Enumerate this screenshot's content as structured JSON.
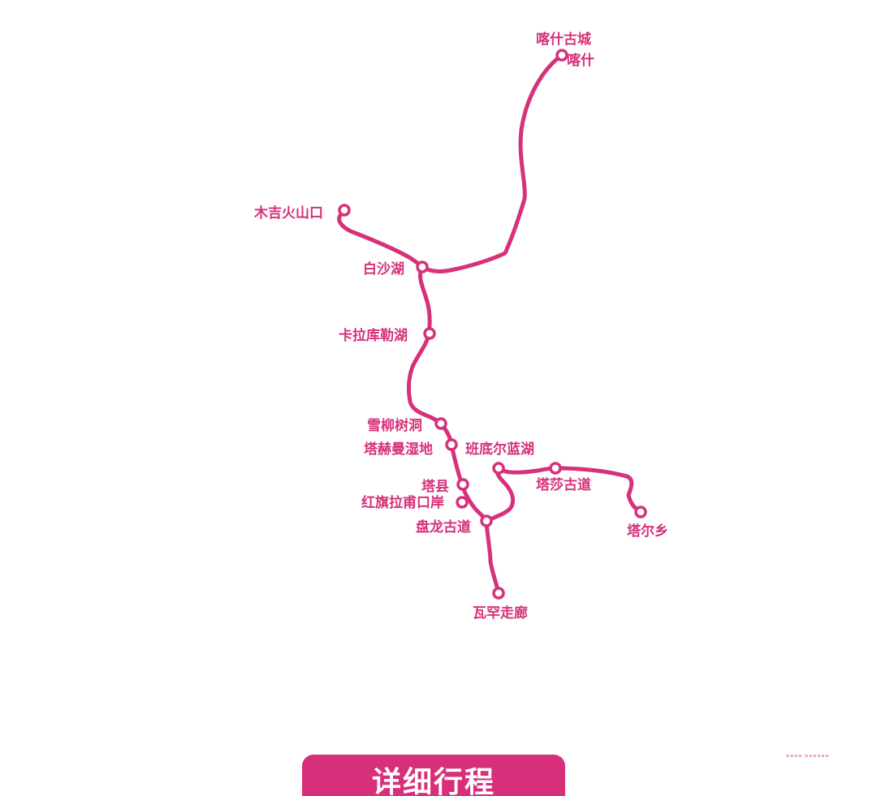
{
  "map": {
    "route_color": "#d6317a",
    "stations": [
      {
        "id": "kashgar-old-city",
        "label": "喀什古城"
      },
      {
        "id": "kashgar",
        "label": "喀什"
      },
      {
        "id": "muji-volcano",
        "label": "木吉火山口"
      },
      {
        "id": "baisha-lake",
        "label": "白沙湖"
      },
      {
        "id": "karakul-lake",
        "label": "卡拉库勒湖"
      },
      {
        "id": "xueliu-tree-cave",
        "label": "雪柳树洞"
      },
      {
        "id": "taheman-wetland",
        "label": "塔赫曼湿地"
      },
      {
        "id": "bandier-blue-lake",
        "label": "班底尔蓝湖"
      },
      {
        "id": "tashsha-ancient-road",
        "label": "塔莎古道"
      },
      {
        "id": "taxian",
        "label": "塔县"
      },
      {
        "id": "hongqilafu-port",
        "label": "红旗拉甫口岸"
      },
      {
        "id": "panlong-ancient-road",
        "label": "盘龙古道"
      },
      {
        "id": "taer-township",
        "label": "塔尔乡"
      },
      {
        "id": "wakhan-corridor",
        "label": "瓦罕走廊"
      }
    ]
  },
  "detail_button": {
    "label": "详细行程",
    "color": "#d82f7a"
  }
}
